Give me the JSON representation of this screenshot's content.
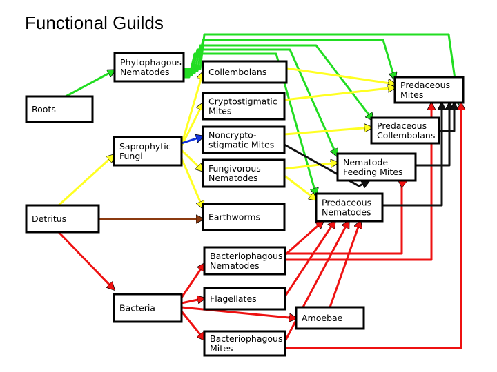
{
  "title": "Functional Guilds",
  "colors": {
    "green": "#22dd22",
    "yellow": "#ffff22",
    "blue": "#1133dd",
    "brown": "#8b3a10",
    "red": "#ee1111",
    "black": "#111111"
  },
  "nodes": [
    {
      "id": "phytophagous_nematodes",
      "lines": [
        "Phytophagous",
        "Nematodes"
      ]
    },
    {
      "id": "roots",
      "lines": [
        "Roots"
      ]
    },
    {
      "id": "saprophytic_fungi",
      "lines": [
        "Saprophytic",
        "Fungi"
      ]
    },
    {
      "id": "detritus",
      "lines": [
        "Detritus"
      ]
    },
    {
      "id": "bacteria",
      "lines": [
        "Bacteria"
      ]
    },
    {
      "id": "collembolans",
      "lines": [
        "Collembolans"
      ]
    },
    {
      "id": "cryptostigmatic_mites",
      "lines": [
        "Cryptostigmatic",
        "Mites"
      ]
    },
    {
      "id": "noncryptostigmatic_mites",
      "lines": [
        "Noncrypto-",
        "stigmatic Mites"
      ]
    },
    {
      "id": "fungivorous_nematodes",
      "lines": [
        "Fungivorous",
        "Nematodes"
      ]
    },
    {
      "id": "earthworms",
      "lines": [
        "Earthworms"
      ]
    },
    {
      "id": "bacteriophagous_nematodes",
      "lines": [
        "Bacteriophagous",
        "Nematodes"
      ]
    },
    {
      "id": "flagellates",
      "lines": [
        "Flagellates"
      ]
    },
    {
      "id": "bacteriophagous_mites",
      "lines": [
        "Bacteriophagous",
        "Mites"
      ]
    },
    {
      "id": "amoebae",
      "lines": [
        "Amoebae"
      ]
    },
    {
      "id": "predaceous_mites",
      "lines": [
        "Predaceous",
        "Mites"
      ]
    },
    {
      "id": "predaceous_collembolans",
      "lines": [
        "Predaceous",
        "Collembolans"
      ]
    },
    {
      "id": "nematode_feeding_mites",
      "lines": [
        "Nematode",
        "Feeding Mites"
      ]
    },
    {
      "id": "predaceous_nematodes",
      "lines": [
        "Predaceous",
        "Nematodes"
      ]
    }
  ],
  "edges": [
    {
      "from": "roots",
      "to": "phytophagous_nematodes",
      "color": "green"
    },
    {
      "from": "phytophagous_nematodes",
      "to": "predaceous_mites",
      "color": "green"
    },
    {
      "from": "phytophagous_nematodes",
      "to": "predaceous_mites",
      "color": "green"
    },
    {
      "from": "phytophagous_nematodes",
      "to": "predaceous_collembolans",
      "color": "green"
    },
    {
      "from": "phytophagous_nematodes",
      "to": "nematode_feeding_mites",
      "color": "green"
    },
    {
      "from": "phytophagous_nematodes",
      "to": "predaceous_nematodes",
      "color": "green"
    },
    {
      "from": "detritus",
      "to": "saprophytic_fungi",
      "color": "yellow"
    },
    {
      "from": "saprophytic_fungi",
      "to": "collembolans",
      "color": "yellow"
    },
    {
      "from": "saprophytic_fungi",
      "to": "cryptostigmatic_mites",
      "color": "yellow"
    },
    {
      "from": "saprophytic_fungi",
      "to": "fungivorous_nematodes",
      "color": "yellow"
    },
    {
      "from": "saprophytic_fungi",
      "to": "earthworms",
      "color": "yellow"
    },
    {
      "from": "saprophytic_fungi",
      "to": "noncryptostigmatic_mites",
      "color": "blue"
    },
    {
      "from": "collembolans",
      "to": "predaceous_mites",
      "color": "yellow"
    },
    {
      "from": "cryptostigmatic_mites",
      "to": "predaceous_mites",
      "color": "yellow"
    },
    {
      "from": "noncryptostigmatic_mites",
      "to": "predaceous_collembolans",
      "color": "yellow"
    },
    {
      "from": "fungivorous_nematodes",
      "to": "nematode_feeding_mites",
      "color": "yellow"
    },
    {
      "from": "fungivorous_nematodes",
      "to": "predaceous_nematodes",
      "color": "yellow"
    },
    {
      "from": "detritus",
      "to": "earthworms",
      "color": "brown"
    },
    {
      "from": "detritus",
      "to": "bacteria",
      "color": "red"
    },
    {
      "from": "bacteria",
      "to": "bacteriophagous_nematodes",
      "color": "red"
    },
    {
      "from": "bacteria",
      "to": "flagellates",
      "color": "red"
    },
    {
      "from": "bacteria",
      "to": "amoebae",
      "color": "red"
    },
    {
      "from": "bacteria",
      "to": "bacteriophagous_mites",
      "color": "red"
    },
    {
      "from": "bacteriophagous_nematodes",
      "to": "predaceous_nematodes",
      "color": "red"
    },
    {
      "from": "flagellates",
      "to": "predaceous_nematodes",
      "color": "red"
    },
    {
      "from": "bacteriophagous_mites",
      "to": "predaceous_nematodes",
      "color": "red"
    },
    {
      "from": "amoebae",
      "to": "predaceous_nematodes",
      "color": "red"
    },
    {
      "from": "bacteriophagous_nematodes",
      "to": "nematode_feeding_mites",
      "color": "red"
    },
    {
      "from": "bacteriophagous_nematodes",
      "to": "predaceous_mites",
      "color": "red"
    },
    {
      "from": "bacteriophagous_mites",
      "to": "predaceous_mites",
      "color": "red"
    },
    {
      "from": "predaceous_nematodes",
      "to": "predaceous_mites",
      "color": "black"
    },
    {
      "from": "nematode_feeding_mites",
      "to": "predaceous_mites",
      "color": "black"
    },
    {
      "from": "predaceous_collembolans",
      "to": "predaceous_mites",
      "color": "black"
    },
    {
      "from": "noncryptostigmatic_mites",
      "to": "nematode_feeding_mites",
      "color": "black"
    }
  ]
}
